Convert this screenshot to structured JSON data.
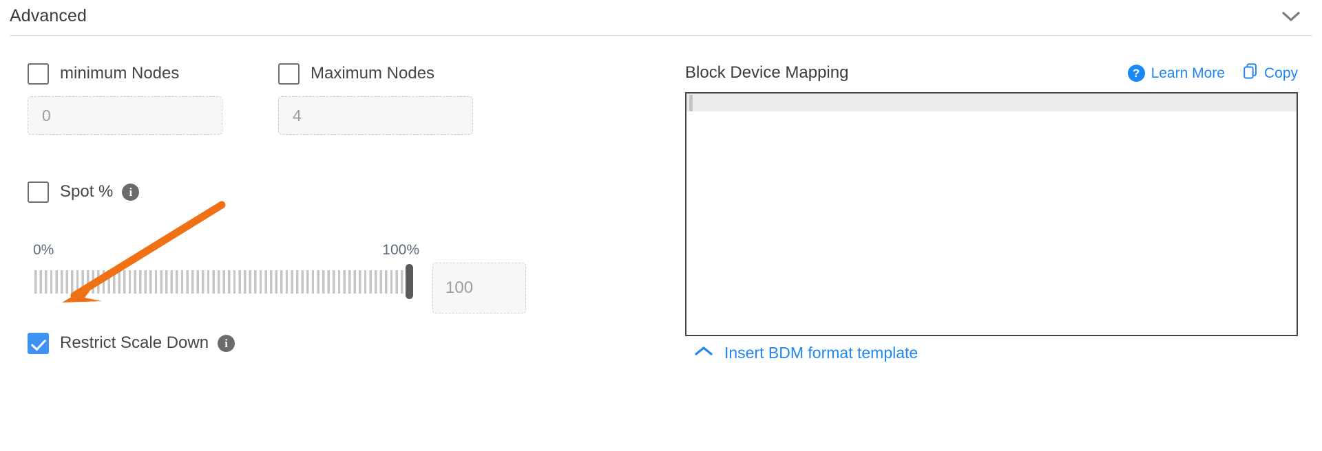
{
  "section": {
    "title": "Advanced",
    "collapse_icon": "chevron-down-icon"
  },
  "left": {
    "min_nodes": {
      "label": "minimum Nodes",
      "checked": false,
      "input_placeholder": "0"
    },
    "max_nodes": {
      "label": "Maximum Nodes",
      "checked": false,
      "input_placeholder": "4"
    },
    "spot": {
      "label": "Spot %",
      "checked": false,
      "info_icon": "info-icon",
      "info_glyph": "i"
    },
    "slider": {
      "min_label": "0%",
      "max_label": "100%",
      "value_placeholder": "100",
      "value_percent": 100
    },
    "restrict_scale_down": {
      "label": "Restrict Scale Down",
      "checked": true,
      "info_icon": "info-icon",
      "info_glyph": "i"
    }
  },
  "right": {
    "title": "Block Device Mapping",
    "learn_more": {
      "label": "Learn More",
      "icon": "question-circle-icon",
      "glyph": "?"
    },
    "copy": {
      "label": "Copy",
      "icon": "copy-icon"
    },
    "editor": {
      "content": "",
      "active_line": 1
    },
    "insert_template": {
      "label": "Insert BDM format template",
      "icon": "chevron-up-icon"
    }
  },
  "annotation": {
    "type": "arrow",
    "color": "#F07014",
    "points_to": "restrict-scale-down-checkbox"
  },
  "colors": {
    "accent_blue": "#2087f0",
    "checkbox_checked": "#3e92f3",
    "annotation_orange": "#F07014",
    "text_primary": "#3b3b3b",
    "text_secondary": "#5d6a7d",
    "placeholder": "#9d9d9d"
  }
}
